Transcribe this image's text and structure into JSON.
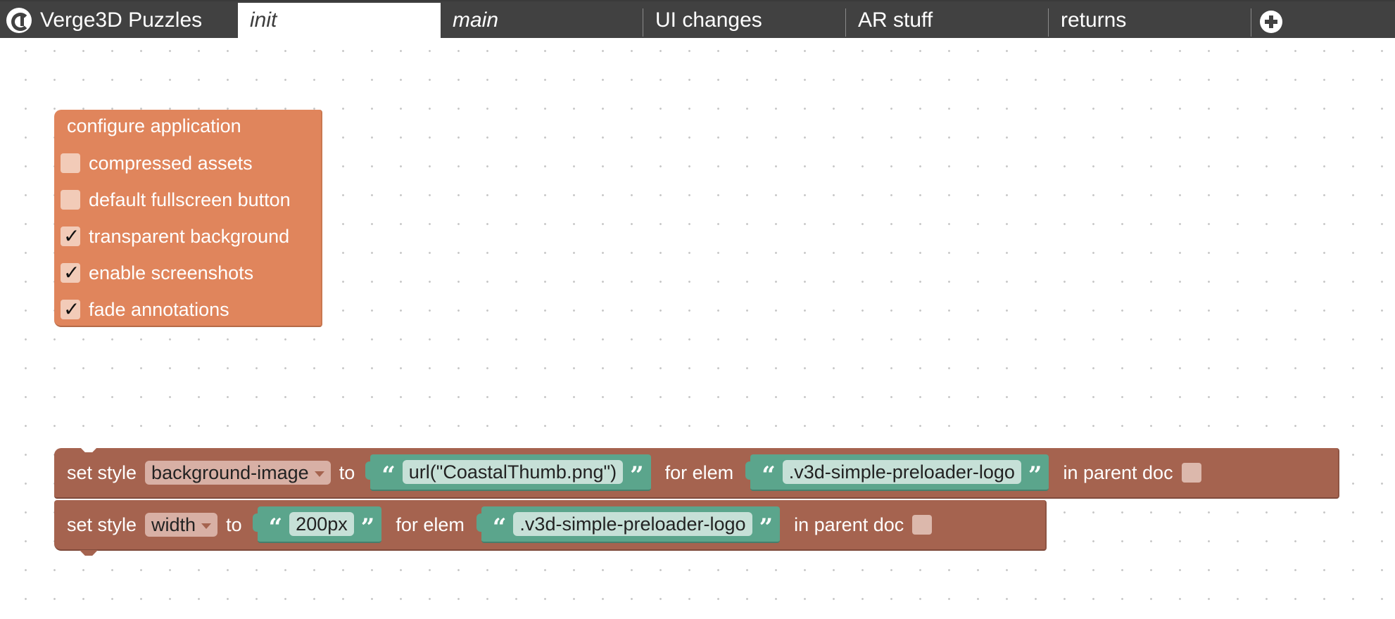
{
  "app": {
    "brand": "Verge3D Puzzles"
  },
  "tabs": [
    {
      "label": "init",
      "active": true
    },
    {
      "label": "main",
      "active": false
    },
    {
      "label": "UI changes",
      "active": false
    },
    {
      "label": "AR stuff",
      "active": false
    },
    {
      "label": "returns",
      "active": false
    }
  ],
  "configure_block": {
    "title": "configure application",
    "options": [
      {
        "label": "compressed assets",
        "checked": false
      },
      {
        "label": "default fullscreen button",
        "checked": false
      },
      {
        "label": "transparent background",
        "checked": true
      },
      {
        "label": "enable screenshots",
        "checked": true
      },
      {
        "label": "fade annotations",
        "checked": true
      }
    ]
  },
  "style_blocks": [
    {
      "set_style_label": "set style",
      "property": "background-image",
      "to_label": "to",
      "value": "url(\"CoastalThumb.png\")",
      "for_elem_label": "for elem",
      "element": ".v3d-simple-preloader-logo",
      "in_parent_doc_label": "in parent doc",
      "in_parent_doc": false
    },
    {
      "set_style_label": "set style",
      "property": "width",
      "to_label": "to",
      "value": "200px",
      "for_elem_label": "for elem",
      "element": ".v3d-simple-preloader-logo",
      "in_parent_doc_label": "in parent doc",
      "in_parent_doc": false
    }
  ],
  "colors": {
    "topbar": "#414141",
    "config_block": "#e0855c",
    "style_block": "#a5634f",
    "text_block": "#5ba58c"
  },
  "icons": {
    "brand_logo": "verge3d-logo-icon",
    "add_tab": "plus-circle-icon"
  }
}
